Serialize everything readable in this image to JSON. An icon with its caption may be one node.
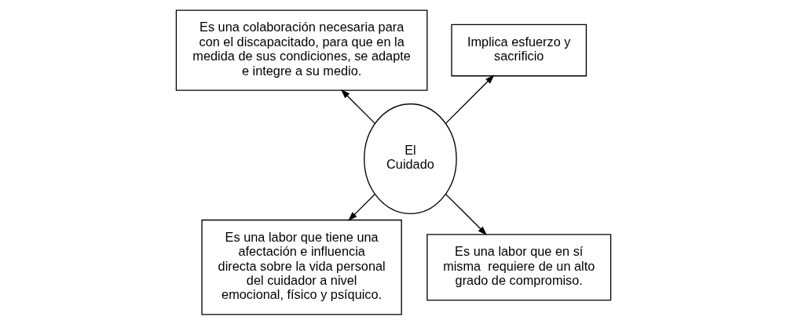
{
  "diagram": {
    "nodes": [
      {
        "text": [
          "El Cuidado"
        ]
      },
      {
        "text": [
          "Implica esfuerzo y sacrificio"
        ]
      },
      {
        "text": [
          "Es una colaboración necesaria para con el discapacitado, para que en la medida de sus condiciones, se adapte e integre a su medio."
        ]
      },
      {
        "text": [
          "Es una labor que tiene una afectación e influencia directa sobre la vida personal del cuidador a nivel emocional, físico y psíquico."
        ]
      },
      {
        "text": [
          "Es una labor que en sí misma  requiere de un alto grado de compromiso."
        ]
      }
    ],
    "edges": [
      {
        "from": 0,
        "to": 1,
        "arrow": "to"
      },
      {
        "from": 0,
        "to": 2,
        "arrow": "to"
      },
      {
        "from": 0,
        "to": 3,
        "arrow": "to"
      },
      {
        "from": 0,
        "to": 4,
        "arrow": "to"
      }
    ]
  }
}
